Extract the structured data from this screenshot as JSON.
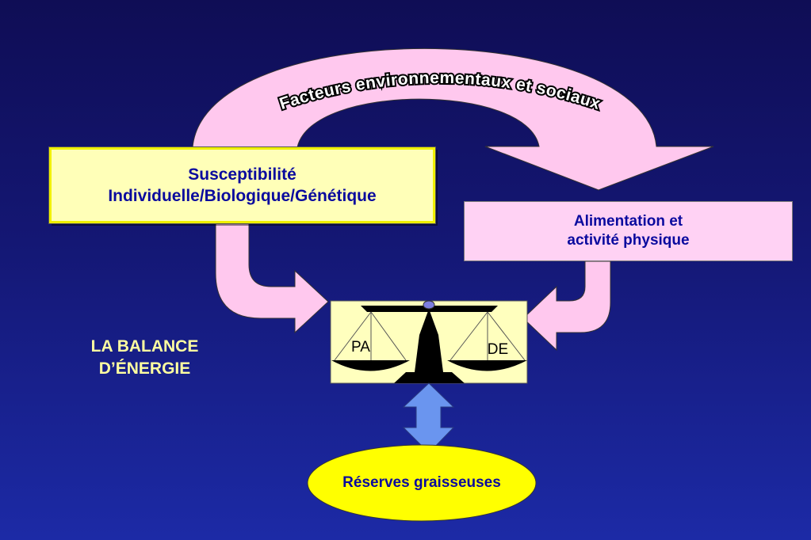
{
  "arc_label": "Facteurs environnementaux et sociaux",
  "susceptibility_box": {
    "line1": "Susceptibilité",
    "line2": "Individuelle/Biologique/Génétique"
  },
  "lifestyle_box": {
    "line1": "Alimentation et",
    "line2": "activité physique"
  },
  "balance_title": {
    "line1": "LA BALANCE",
    "line2": "D’ÉNERGIE"
  },
  "scale": {
    "left_pan": "PA",
    "right_pan": "DE"
  },
  "reserves_label": "Réserves graisseuses",
  "colors": {
    "background_top": "#0f0d55",
    "background_bottom": "#1c2aa6",
    "arrow_pink": "#ffc8ee",
    "box_yellow": "#ffffb8",
    "text_blue": "#0a0a9e",
    "title_yellow": "#ffffa0",
    "double_arrow_blue": "#6a95ef",
    "ellipse_yellow": "#ffff00"
  }
}
